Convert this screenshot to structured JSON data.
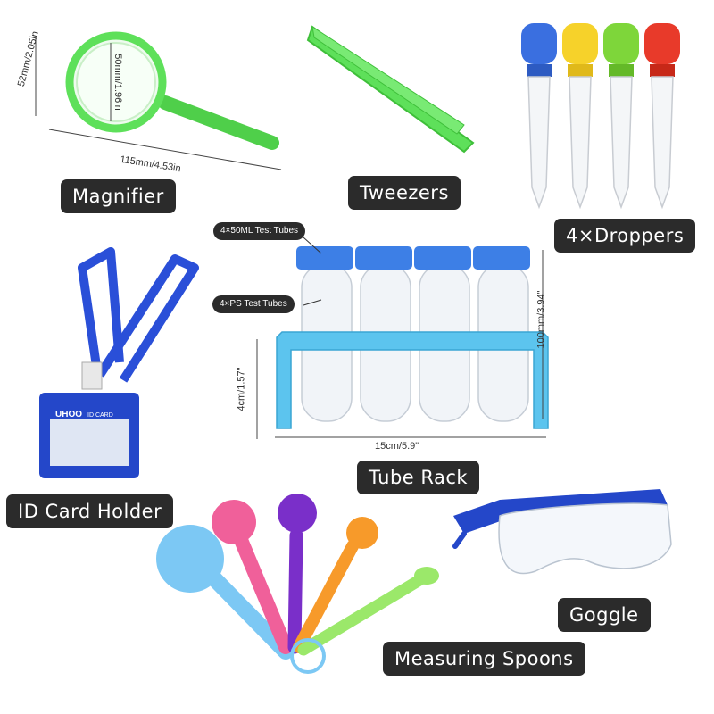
{
  "labels": {
    "magnifier": "Magnifier",
    "tweezers": "Tweezers",
    "droppers": "4×Droppers",
    "tube_rack": "Tube Rack",
    "id_card_holder": "ID Card Holder",
    "goggle": "Goggle",
    "measuring_spoons": "Measuring Spoons"
  },
  "dimensions": {
    "magnifier_height": "52mm/2.05in",
    "magnifier_lens": "50mm/1.96in",
    "magnifier_length": "115mm/4.53in",
    "rack_height": "4cm/1.57\"",
    "rack_width": "15cm/5.9\"",
    "tube_height": "100mm/3.94\""
  },
  "callouts": {
    "test_tubes_50ml": "4×50ML Test Tubes",
    "ps_test_tubes": "4×PS Test Tubes"
  },
  "id_card": {
    "brand": "UHOO",
    "title": "ID CARD"
  },
  "colors": {
    "label_bg": "#2b2b2b",
    "magnifier": "#5ee05a",
    "tweezers": "#5ee05a",
    "dropper_blue": "#3a6fe0",
    "dropper_yellow": "#f6d22a",
    "dropper_green": "#7ed63a",
    "dropper_red": "#e83a2a",
    "tube_cap": "#3d7fe6",
    "rack": "#5cc4ee",
    "lanyard": "#2a4fd8",
    "goggle_frame": "#2447c9",
    "spoon_blue": "#7cc8f4",
    "spoon_pink": "#f0609a",
    "spoon_purple": "#7a2fc9",
    "spoon_orange": "#f79a2a",
    "spoon_green": "#9be86a"
  }
}
